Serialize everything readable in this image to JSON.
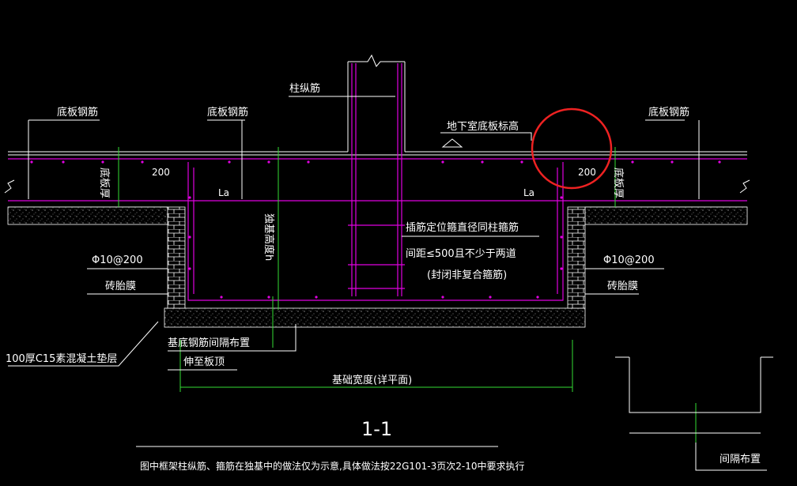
{
  "labels": {
    "bottom_rebar_left": "底板钢筋",
    "bottom_rebar_mid": "底板钢筋",
    "bottom_rebar_right": "底板钢筋",
    "column_rebar": "柱纵筋",
    "slab_elev": "地下室底板标高",
    "slab_thick_left": "底板厚",
    "slab_thick_right": "底板厚",
    "dim_200_left": "200",
    "dim_200_right": "200",
    "la_left": "La",
    "la_right": "La",
    "found_height": "独基高度h",
    "insert_note": "插筋定位箍直径同柱箍筋",
    "spacing_note": "间距≤500且不少于两道",
    "closed_note": "(封闭非复合箍筋)",
    "rebar_left": "Φ10@200",
    "rebar_right": "Φ10@200",
    "brick_left": "砖胎膜",
    "brick_right": "砖胎膜",
    "cushion": "100厚C15素混凝土垫层",
    "base_rebar_1": "基底钢筋间隔布置",
    "base_rebar_2": "伸至板顶",
    "found_width": "基础宽度(详平面)",
    "section_title": "1-1",
    "bottom_note": "图中框架柱纵筋、箍筋在独基中的做法仅为示意,具体做法按22G101-3页次2-10中要求执行",
    "spacing_layout": "间隔布置"
  },
  "colors": {
    "background": "#000000",
    "line_white": "#ffffff",
    "rebar_magenta": "#e000e0",
    "dim_green": "#33dd33",
    "highlight_red": "#ee2222"
  }
}
